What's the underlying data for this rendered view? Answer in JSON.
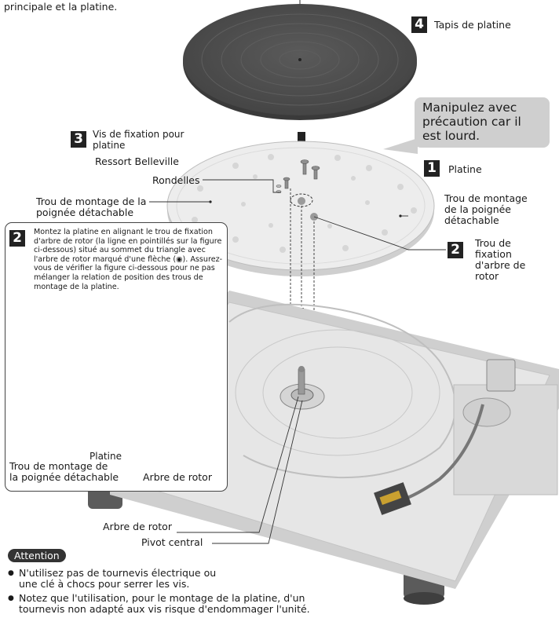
{
  "header_fragment": "principale et la platine.",
  "parts": {
    "mat": {
      "number": "4",
      "label": "Tapis de platine"
    },
    "platter": {
      "number": "1",
      "label": "Platine"
    },
    "screws": {
      "number": "3",
      "label": "Vis de fixation pour\nplatine"
    },
    "spring": "Ressort Belleville",
    "washers": "Rondelles",
    "handle_hole_left": "Trou de montage de la\npoignée détachable",
    "handle_hole_right": "Trou de montage\nde la poignée\ndétachable",
    "rotor_hole": {
      "number": "2",
      "label": "Trou de\nfixation\nd'arbre de\nrotor"
    }
  },
  "callout": "Manipulez avec\nprécaution car il\nest lourd.",
  "info_box": {
    "number": "2",
    "text": "Montez la platine en alignant le trou de fixation d'arbre de rotor (la ligne en pointillés sur la figure ci-dessous) situé au sommet du triangle avec l'arbre de rotor marqué d'une flèche (◉). Assurez-vous de vérifier la figure ci-dessous pour ne pas mélanger la relation de position des trous de montage de la platine.",
    "platter_label": "Platine",
    "handle_label": "Trou de montage de\nla poignée détachable",
    "rotor_label": "Arbre de rotor"
  },
  "base_labels": {
    "rotor_shaft": "Arbre de rotor",
    "center_pivot": "Pivot central"
  },
  "attention": {
    "title": "Attention",
    "notes": [
      "N'utilisez pas de tournevis électrique ou\nune clé à chocs pour serrer les vis.",
      "Notez que l'utilisation, pour le montage de la platine, d'un\ntournevis non adapté aux vis risque d'endommager l'unité."
    ]
  },
  "colors": {
    "mat": "#4f4f4f",
    "platter": "#ececec",
    "base": "#e4e4e4",
    "callout": "#cfcfcf"
  }
}
